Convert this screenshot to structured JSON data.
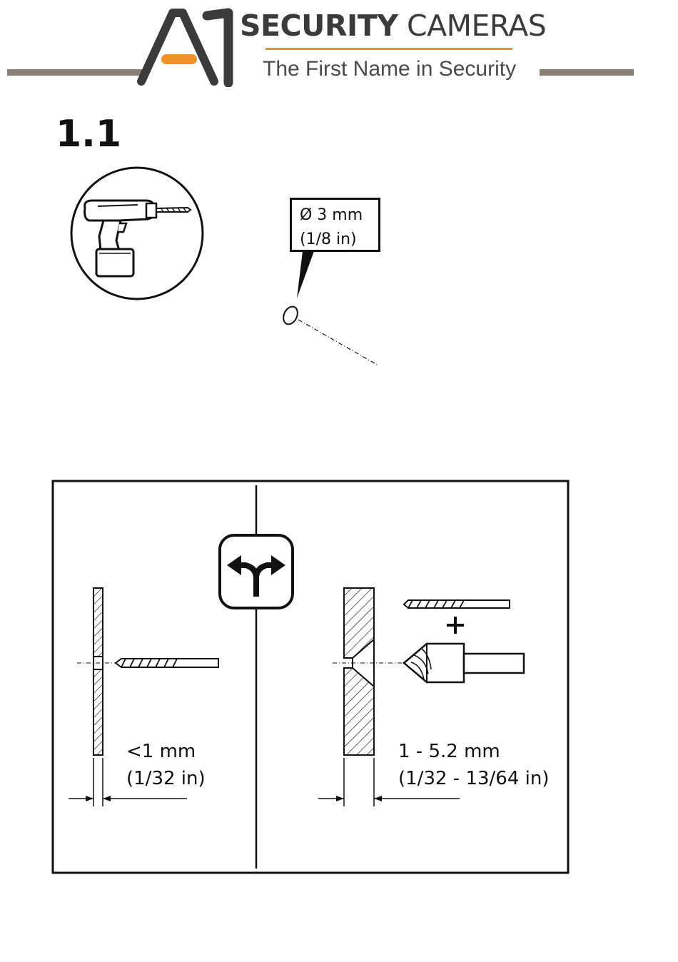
{
  "brand": {
    "name_bold": "SECURITY",
    "name_light": "CAMERAS",
    "tagline": "The First Name in Security",
    "colors": {
      "accent": "#f0922a",
      "bar": "#8a7f74",
      "text": "#3b3b3b"
    }
  },
  "step": {
    "number": "1.1"
  },
  "hole_callout": {
    "diameter": "Ø 3 mm",
    "diameter_in": "(1/8 in)"
  },
  "options": {
    "thin": {
      "thickness": "<1 mm",
      "thickness_in": "(1/32 in)"
    },
    "thick": {
      "thickness": "1 - 5.2 mm",
      "thickness_in": "(1/32 - 13/64 in)"
    }
  },
  "icons": [
    "drill-icon",
    "split-arrow-icon",
    "drill-bit-icon",
    "countersink-bit-icon",
    "plus-icon"
  ]
}
